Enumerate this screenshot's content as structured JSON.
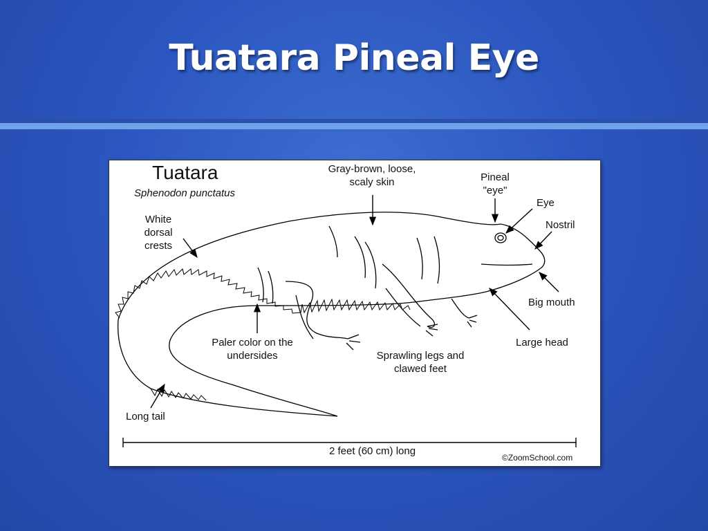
{
  "slide": {
    "title": "Tuatara Pineal Eye"
  },
  "figure": {
    "heading": "Tuatara",
    "scientific_name": "Sphenodon punctatus",
    "labels": {
      "dorsal_crests": [
        "White",
        "dorsal",
        "crests"
      ],
      "skin": [
        "Gray-brown, loose,",
        "scaly skin"
      ],
      "pineal_eye": [
        "Pineal",
        "\"eye\""
      ],
      "eye": "Eye",
      "nostril": "Nostril",
      "mouth": "Big mouth",
      "head": "Large head",
      "underside": [
        "Paler color on the",
        "undersides"
      ],
      "legs": [
        "Sprawling legs and",
        "clawed feet"
      ],
      "tail": "Long tail",
      "length": "2 feet (60 cm) long",
      "credit": "©ZoomSchool.com"
    }
  }
}
